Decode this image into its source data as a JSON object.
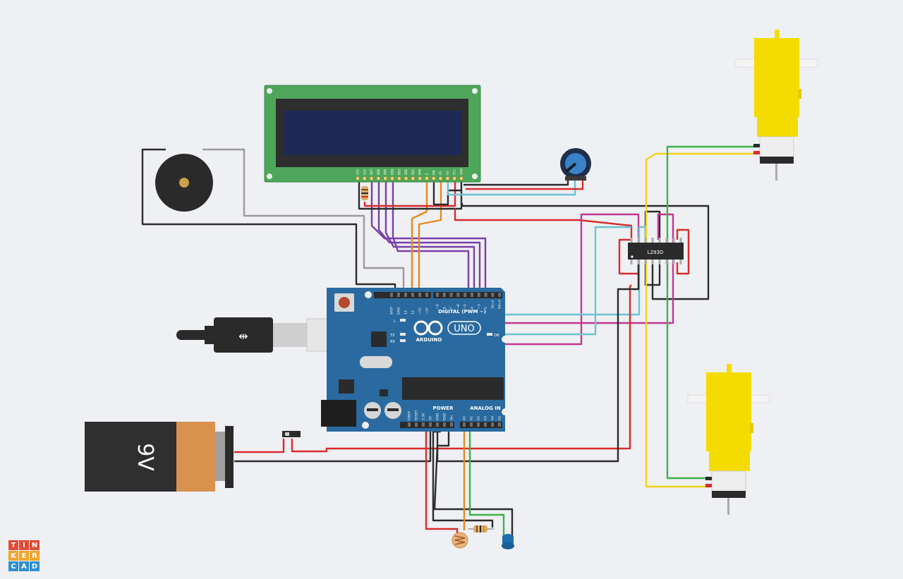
{
  "battery": {
    "label": "9V"
  },
  "lcd": {
    "pins": [
      "LED",
      "LED",
      "DB7",
      "DB6",
      "DB5",
      "DB4",
      "DB3",
      "DB2",
      "DB1",
      "DB0",
      "E",
      "RW",
      "RS",
      "VO",
      "VCC",
      "GND"
    ]
  },
  "arduino": {
    "brand": "ARDUINO",
    "model": "UNO",
    "digital_label": "DIGITAL (PWM ~)",
    "power_label": "POWER",
    "analog_label": "ANALOG IN",
    "on_label": "ON",
    "l_label": "L",
    "tx_label": "TX",
    "rx_label": "RX",
    "top_pins": [
      "AREF",
      "GND",
      "13",
      "12",
      "~11",
      "~10",
      "~9",
      "8",
      "7",
      "~6",
      "~5",
      "4",
      "~3",
      "2",
      "TX→1",
      "RX←0"
    ],
    "power_pins": [
      "IOREF",
      "RESET",
      "3.3V",
      "5V",
      "GND",
      "GND",
      "Vin"
    ],
    "analog_pins": [
      "A0",
      "A1",
      "A2",
      "A3",
      "A4",
      "A5"
    ]
  },
  "driver": {
    "label": "L293D"
  },
  "logo": {
    "letters": [
      "T",
      "I",
      "N",
      "K",
      "E",
      "R",
      "C",
      "A",
      "D"
    ]
  },
  "colors": {
    "wire_red": "#d92b2b",
    "wire_black": "#2c2c2c",
    "wire_purple": "#7b3fa8",
    "wire_magenta": "#c2378f",
    "wire_cyan": "#6cc3d0",
    "wire_orange": "#e6891e",
    "wire_yellow": "#f2d21b",
    "wire_green": "#3db24b",
    "wire_gray": "#9a9a9a",
    "board": "#2a6aa0",
    "lcd_green": "#4ea65a",
    "motor_yellow": "#f5dc00"
  }
}
